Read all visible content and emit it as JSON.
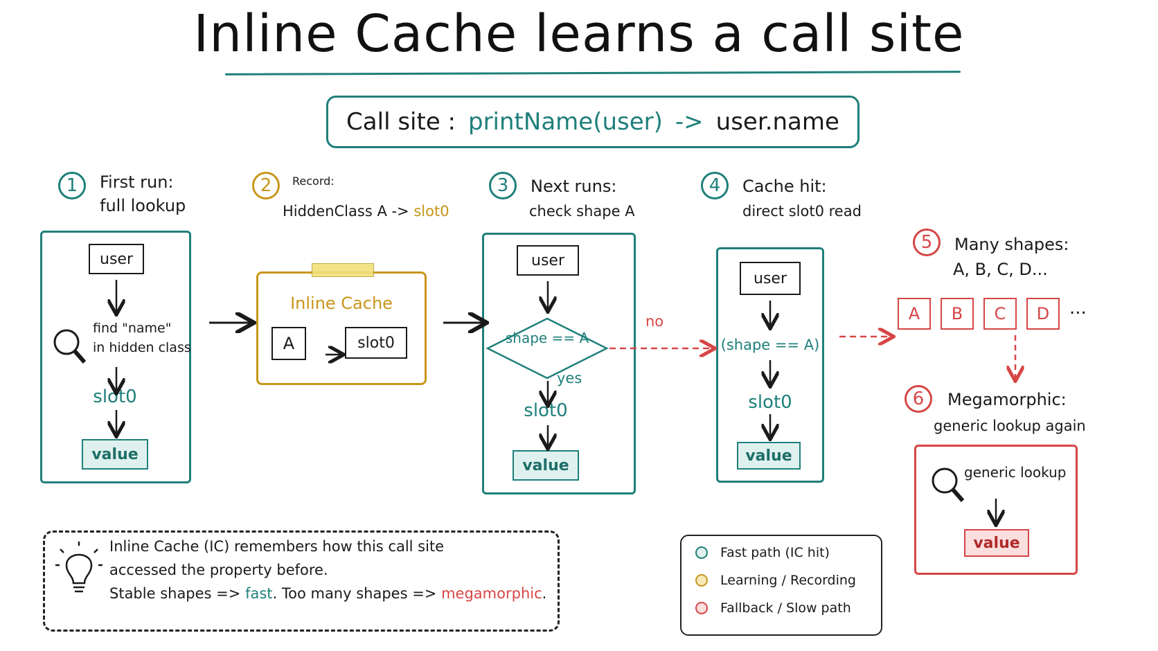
{
  "title": "Inline Cache learns a call site",
  "call_site": {
    "label": "Call site :",
    "code": "printName(user)",
    "arrow": "->",
    "target": "user.name"
  },
  "steps": [
    {
      "num": "1",
      "title": "First run:",
      "sub": "full lookup"
    },
    {
      "num": "2",
      "title": "Record:",
      "sub_prefix": "HiddenClass A ->",
      "sub_highlight": "slot0"
    },
    {
      "num": "3",
      "title": "Next runs:",
      "sub": "check shape A"
    },
    {
      "num": "4",
      "title": "Cache hit:",
      "sub": "direct slot0 read"
    },
    {
      "num": "5",
      "title": "Many shapes:",
      "sub": "A, B, C, D..."
    },
    {
      "num": "6",
      "title": "Megamorphic:",
      "sub": "generic lookup again"
    }
  ],
  "panel1": {
    "user": "user",
    "find_line1": "find \"name\"",
    "find_line2": "in hidden class",
    "slot": "slot0",
    "value": "value"
  },
  "panel2": {
    "heading": "Inline Cache",
    "key": "A",
    "slot": "slot0"
  },
  "panel3": {
    "user": "user",
    "check": "shape == A",
    "yes": "yes",
    "no": "no",
    "slot": "slot0",
    "value": "value"
  },
  "panel4": {
    "user": "user",
    "check": "(shape == A)",
    "slot": "slot0",
    "value": "value"
  },
  "shapes": [
    "A",
    "B",
    "C",
    "D"
  ],
  "shapes_more": "...",
  "panel6": {
    "lookup": "generic lookup",
    "value": "value"
  },
  "note": {
    "line1": "Inline Cache (IC) remembers how this call site",
    "line2": "accessed the property before.",
    "line3_prefix": "Stable shapes =>",
    "fast": "fast",
    "line3_mid": ". Too many shapes =>",
    "mega": "megamorphic",
    "line3_end": "."
  },
  "legend": [
    {
      "label": "Fast path (IC hit)",
      "color": "#1e7f7a"
    },
    {
      "label": "Learning / Recording",
      "color": "#c8961a"
    },
    {
      "label": "Fallback / Slow path",
      "color": "#d64545"
    }
  ],
  "colors": {
    "teal": "#1e7f7a",
    "gold": "#c8961a",
    "red": "#d64545"
  },
  "icons": [
    "magnifier-icon",
    "lightbulb-icon",
    "arrow-right-icon",
    "arrow-down-icon",
    "tape-icon"
  ]
}
